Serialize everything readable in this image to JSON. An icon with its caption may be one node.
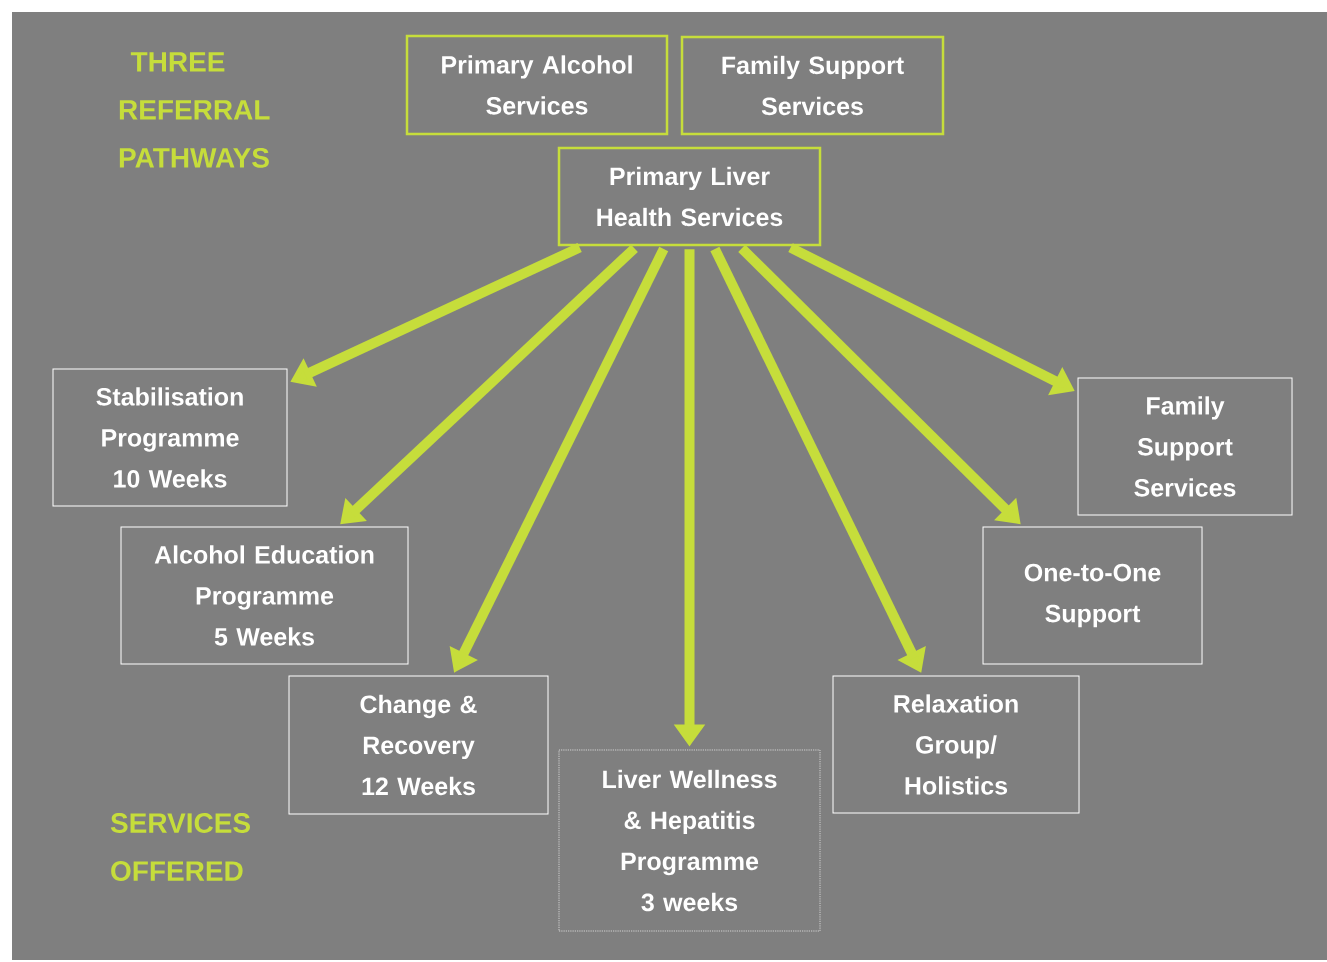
{
  "diagram": {
    "nodes": [
      {
        "text": [
          "Primary Alcohol Services"
        ]
      },
      {
        "text": [
          "Family Support Services"
        ]
      },
      {
        "text": [
          "Primary Liver Health Services"
        ]
      },
      {
        "text": [
          "Stabilisation Programme",
          "10 Weeks"
        ]
      },
      {
        "text": [
          "Alcohol Education Programme",
          "5 Weeks"
        ]
      },
      {
        "text": [
          "Change & Recovery",
          "12 Weeks"
        ]
      },
      {
        "text": [
          "Liver Wellness & Hepatitis Programme",
          "3 weeks"
        ]
      },
      {
        "text": [
          "Relaxation Group/ Holistics"
        ]
      },
      {
        "text": [
          "One-to-One Support"
        ]
      },
      {
        "text": [
          "Family Support Services"
        ]
      }
    ],
    "edges": [
      {
        "from": 2,
        "to": 3,
        "arrow": "to"
      },
      {
        "from": 2,
        "to": 4,
        "arrow": "to"
      },
      {
        "from": 2,
        "to": 5,
        "arrow": "to"
      },
      {
        "from": 2,
        "to": 6,
        "arrow": "to"
      },
      {
        "from": 2,
        "to": 7,
        "arrow": "to"
      },
      {
        "from": 2,
        "to": 8,
        "arrow": "to"
      },
      {
        "from": 2,
        "to": 9,
        "arrow": "to"
      }
    ],
    "labels": [
      "THREE REFERRAL PATHWAYS",
      "SERVICES OFFERED"
    ]
  }
}
